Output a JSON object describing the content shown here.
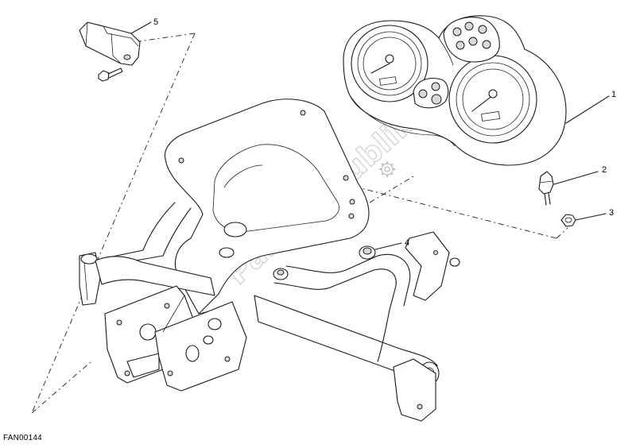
{
  "callouts": [
    {
      "id": "1",
      "label": "1"
    },
    {
      "id": "2",
      "label": "2"
    },
    {
      "id": "3",
      "label": "3"
    },
    {
      "id": "4",
      "label": "4"
    },
    {
      "id": "5",
      "label": "5"
    }
  ],
  "watermark": "PartsRepublik",
  "drawing_code": "FAN00144",
  "icons": [
    "gear-icon"
  ]
}
